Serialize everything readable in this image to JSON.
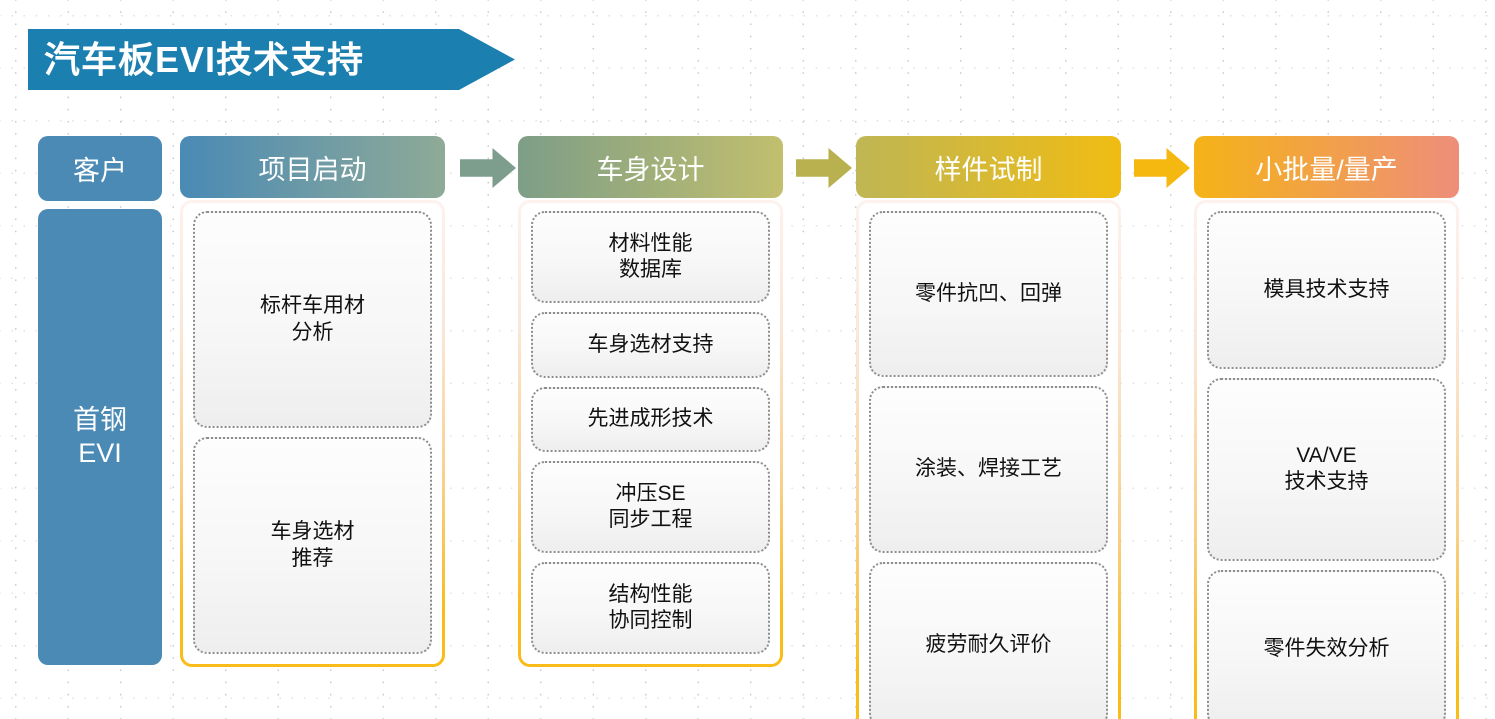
{
  "title": {
    "text": "汽车板EVI技术支持",
    "color": "#1b7fb0"
  },
  "customer_column": {
    "header_label": "客户",
    "body_label": "首钢\nEVI",
    "body_label_line1": "首钢",
    "body_label_line2": "EVI",
    "color": "#4a8ab5"
  },
  "stages": [
    {
      "header_label": "项目启动",
      "header_gradient_from": "#4a8ab5",
      "header_gradient_to": "#8faa97",
      "cards": [
        "标杆车用材\n分析",
        "车身选材\n推荐"
      ],
      "card_lines": [
        [
          "标杆车用材",
          "分析"
        ],
        [
          "车身选材",
          "推荐"
        ]
      ]
    },
    {
      "header_label": "车身设计",
      "header_gradient_from": "#7d9e87",
      "header_gradient_to": "#c2bf6e",
      "cards": [
        "材料性能\n数据库",
        "车身选材支持",
        "先进成形技术",
        "冲压SE\n同步工程",
        "结构性能\n协同控制"
      ],
      "card_lines": [
        [
          "材料性能",
          "数据库"
        ],
        [
          "车身选材支持"
        ],
        [
          "先进成形技术"
        ],
        [
          "冲压SE",
          "同步工程"
        ],
        [
          "结构性能",
          "协同控制"
        ]
      ]
    },
    {
      "header_label": "样件试制",
      "header_gradient_from": "#bfb654",
      "header_gradient_to": "#f0bc13",
      "cards": [
        "零件抗凹、回弹",
        "涂装、焊接工艺",
        "疲劳耐久评价"
      ],
      "card_lines": [
        [
          "零件抗凹、回弹"
        ],
        [
          "涂装、焊接工艺"
        ],
        [
          "疲劳耐久评价"
        ]
      ]
    },
    {
      "header_label": "小批量/量产",
      "header_gradient_from": "#f5b317",
      "header_gradient_to": "#ee8e7a",
      "cards": [
        "模具技术支持",
        "VA/VE\n技术支持",
        "零件失效分析"
      ],
      "card_lines": [
        [
          "模具技术支持"
        ],
        [
          "VA/VE",
          "技术支持"
        ],
        [
          "零件失效分析"
        ]
      ]
    }
  ],
  "arrows": [
    {
      "name": "arrow-1",
      "color": "#7d9e8d"
    },
    {
      "name": "arrow-2",
      "color": "#b9b14f"
    },
    {
      "name": "arrow-3",
      "color": "#f5b811"
    }
  ],
  "column_border_gradient": {
    "from": "#fdf2ee",
    "to": "#f9bc18"
  }
}
